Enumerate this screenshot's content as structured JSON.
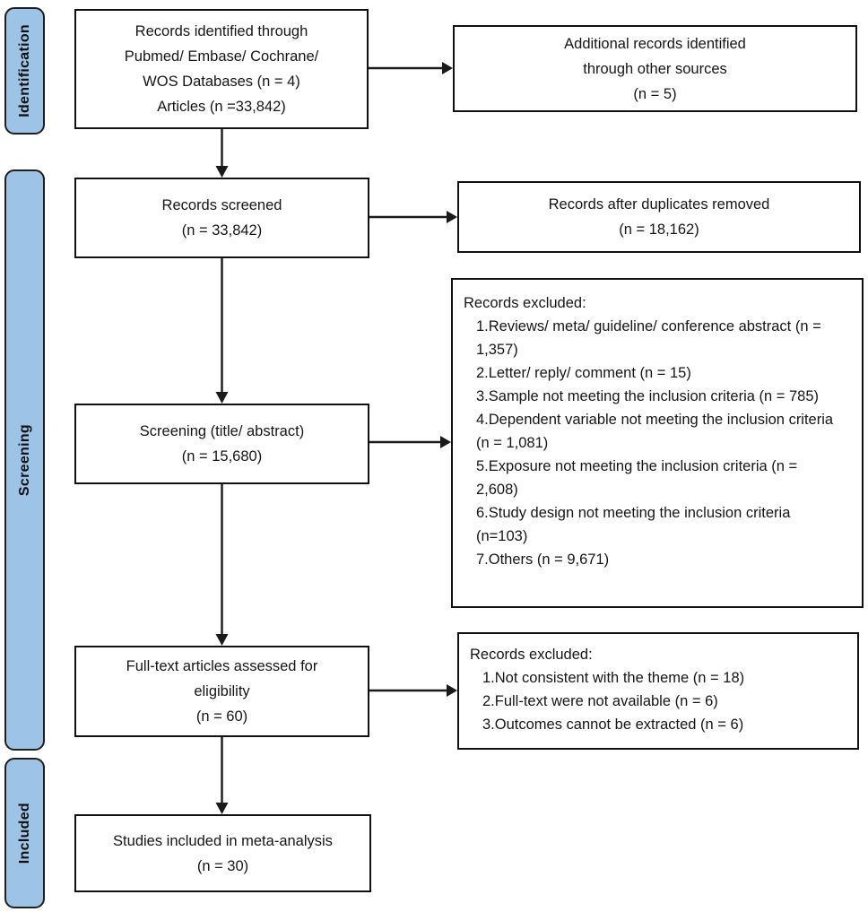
{
  "stages": {
    "identification": "Identification",
    "screening": "Screening",
    "included": "Included"
  },
  "boxes": {
    "identified": "Records identified through\nPubmed/ Embase/ Cochrane/\nWOS Databases (n = 4)\nArticles (n =33,842)",
    "additional": "Additional records identified\nthrough other sources\n(n = 5)",
    "screened": "Records screened\n(n = 33,842)",
    "duplicates_removed": "Records after duplicates removed\n(n = 18,162)",
    "title_abstract": "Screening (title/ abstract)\n(n = 15,680)",
    "excluded_screening": {
      "title": "Records excluded:",
      "items": [
        "1.Reviews/ meta/ guideline/ conference abstract (n = 1,357)",
        "2.Letter/ reply/ comment (n = 15)",
        "3.Sample not meeting the inclusion criteria (n = 785)",
        "4.Dependent variable not meeting the inclusion criteria (n = 1,081)",
        "5.Exposure not meeting the inclusion criteria (n = 2,608)",
        "6.Study design not meeting the inclusion criteria (n=103)",
        "7.Others (n = 9,671)"
      ]
    },
    "fulltext": "Full-text articles assessed for\neligibility\n(n = 60)",
    "excluded_fulltext": {
      "title": "Records excluded:",
      "items": [
        "1.Not consistent with the theme (n = 18)",
        "2.Full-text were not available (n = 6)",
        "3.Outcomes cannot be extracted (n = 6)"
      ]
    },
    "included_meta": "Studies included in meta-analysis\n(n = 30)"
  },
  "colors": {
    "stage_fill": "#9DC3E6",
    "stage_border": "#1f1f1f",
    "box_border": "#111111",
    "arrow": "#1a1a1a",
    "text": "#1b1b1b"
  }
}
